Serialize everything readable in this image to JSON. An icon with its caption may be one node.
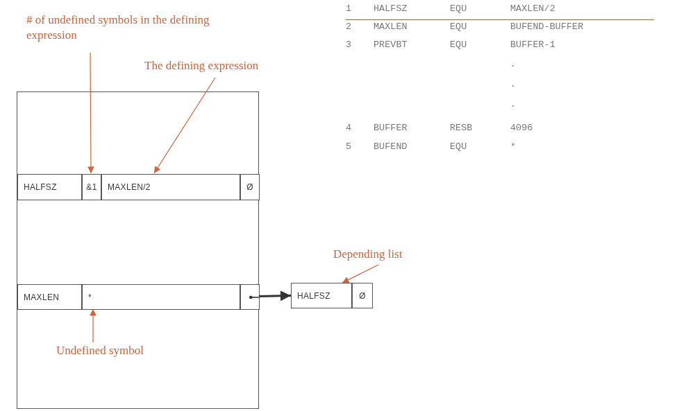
{
  "diagram": {
    "nodes": [
      {
        "text": [],
        "shape": "box"
      },
      {
        "text": [
          "HALFSZ"
        ],
        "in": 0
      },
      {
        "text": [
          "&1"
        ],
        "in": 0
      },
      {
        "text": [
          "MAXLEN/2"
        ],
        "in": 0
      },
      {
        "text": [
          "Ø"
        ],
        "in": 0
      },
      {
        "text": [
          "MAXLEN"
        ],
        "in": 0
      },
      {
        "text": [
          "*"
        ],
        "in": 0
      },
      {
        "text": [],
        "shape": "box",
        "in": 0
      },
      {
        "text": [
          "HALFSZ"
        ]
      },
      {
        "text": [
          "Ø"
        ]
      },
      {
        "text": [
          "# of undefined symbols in the defining expression"
        ]
      },
      {
        "text": [
          "The defining expression"
        ]
      },
      {
        "text": [
          "Depending list"
        ]
      },
      {
        "text": [
          "Undefined symbol"
        ],
        "in": 0
      }
    ],
    "edges": [
      {
        "from": 10,
        "to": 2,
        "arrow": "to"
      },
      {
        "from": 11,
        "to": 3,
        "arrow": "to"
      },
      {
        "from": 12,
        "to": 8,
        "arrow": "to"
      },
      {
        "from": 13,
        "to": 6,
        "arrow": "to"
      },
      {
        "from": 7,
        "to": 8,
        "arrow": "to",
        "style": "thick",
        "color": "#333333"
      }
    ],
    "labels": [
      "1",
      "HALFSZ",
      "EQU",
      "MAXLEN/2",
      "2",
      "MAXLEN",
      "EQU",
      "BUFEND-BUFFER",
      "3",
      "PREVBT",
      "EQU",
      "BUFFER-1",
      ".",
      ".",
      ".",
      "4",
      "BUFFER",
      "RESB",
      "4096",
      "5",
      "BUFEND",
      "EQU",
      "*"
    ]
  }
}
